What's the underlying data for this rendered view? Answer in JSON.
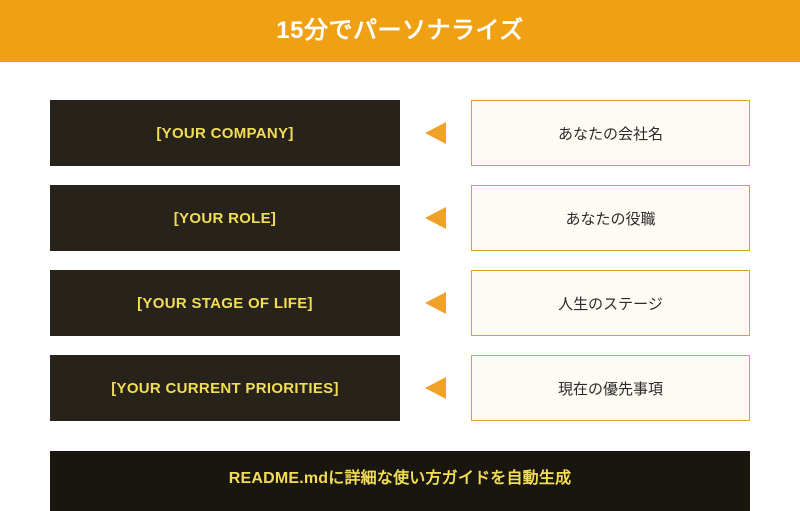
{
  "header": {
    "title": "15分でパーソナライズ",
    "background_color": "#efa113",
    "text_color": "#ffffff"
  },
  "colors": {
    "accent_orange": "#efa113",
    "arrow_orange": "#f0a129",
    "placeholder_bg": "#28231a",
    "placeholder_text": "#f2dd55",
    "value_bg": "#fdfbf3",
    "value_border": "#d9a429",
    "value_text": "#2b2b2b",
    "footer_bg": "#19150f",
    "footer_text": "#f2dd55",
    "page_bg": "#ffffff"
  },
  "rows": [
    {
      "placeholder": "[YOUR COMPANY]",
      "arrow_icon": "arrow-left-icon",
      "value": "あなたの会社名"
    },
    {
      "placeholder": "[YOUR ROLE]",
      "arrow_icon": "arrow-left-icon",
      "value": "あなたの役職"
    },
    {
      "placeholder": "[YOUR STAGE OF LIFE]",
      "arrow_icon": "arrow-left-icon",
      "value": "人生のステージ"
    },
    {
      "placeholder": "[YOUR CURRENT PRIORITIES]",
      "arrow_icon": "arrow-left-icon",
      "value": "現在の優先事項"
    }
  ],
  "footer": {
    "label": "README.mdに詳細な使い方ガイドを自動生成"
  }
}
